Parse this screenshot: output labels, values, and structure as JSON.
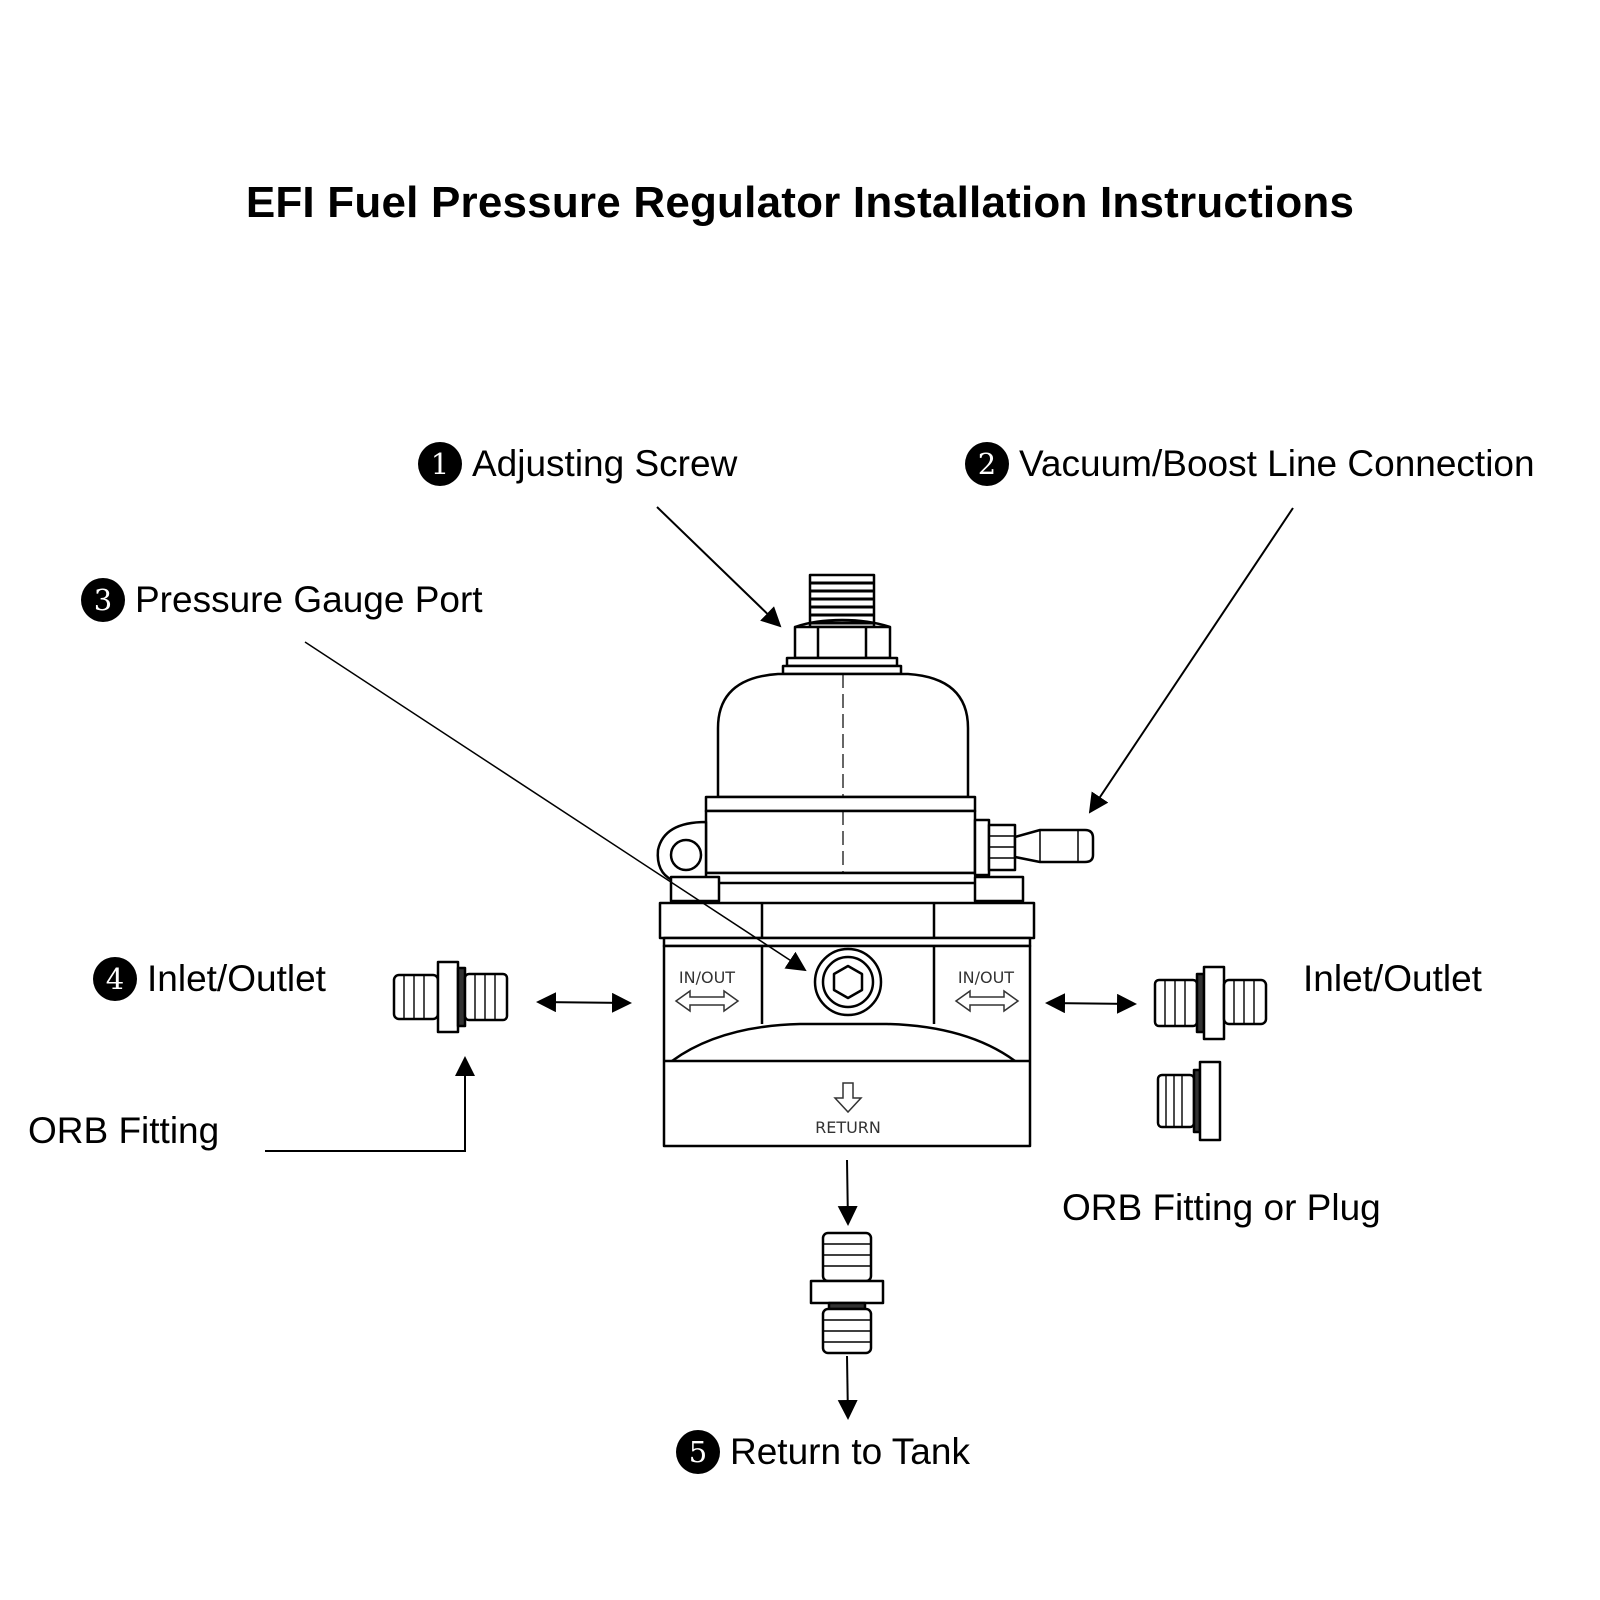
{
  "title": "EFI Fuel Pressure Regulator Installation Instructions",
  "callouts": [
    {
      "number": "1",
      "label": "Adjusting Screw"
    },
    {
      "number": "2",
      "label": "Vacuum/Boost Line Connection"
    },
    {
      "number": "3",
      "label": "Pressure Gauge Port"
    },
    {
      "number": "4",
      "label": "Inlet/Outlet"
    },
    {
      "number": "5",
      "label": "Return to Tank"
    }
  ],
  "labels": {
    "right_inlet": "Inlet/Outlet",
    "orb_fitting": "ORB Fitting",
    "orb_fitting_or_plug": "ORB Fitting or Plug"
  },
  "body_markings": {
    "in_out_left": "IN/OUT",
    "in_out_right": "IN/OUT",
    "return": "RETURN"
  },
  "icons": [
    "arrow-icon",
    "double-arrow-icon",
    "down-arrow-icon"
  ]
}
